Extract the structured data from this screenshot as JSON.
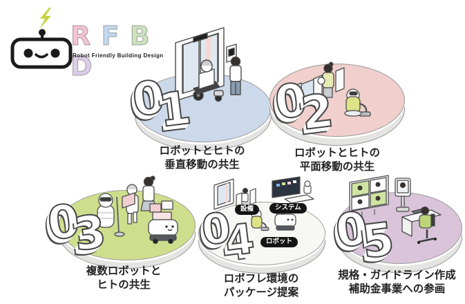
{
  "logo": {
    "brand": "RFBD",
    "letters": [
      {
        "char": "R",
        "color": "#f3c4d3"
      },
      {
        "char": "F",
        "color": "#c3d9ee"
      },
      {
        "char": "B",
        "color": "#cde2bf"
      },
      {
        "char": "D",
        "color": "#dccde9"
      }
    ],
    "subtitle": "Robot Friendly Building Design",
    "robot_head_color": "#ffffff",
    "robot_outline_color": "#1b1b1b",
    "bolt_color": "#c6d544"
  },
  "items": [
    {
      "number": "01",
      "disc_color": "#ccd9ea",
      "label": [
        "ロボットとヒトの",
        "垂直移動の共生"
      ],
      "scene": "elevator-wheelchair-robot-and-person"
    },
    {
      "number": "02",
      "disc_color": "#f0cfcc",
      "label": [
        "ロボットとヒトの",
        "平面移動の共生"
      ],
      "scene": "security-gate-person-and-cleaning-robot"
    },
    {
      "number": "03",
      "disc_color": "#cede8d",
      "label": [
        "複数ロボットと",
        "ヒトの共生"
      ],
      "scene": "multiple-robots-delivery-and-person"
    },
    {
      "number": "04",
      "disc_color": "#f7f7f4",
      "label": [
        "ロボフレ環境の",
        "パッケージ提案"
      ],
      "badges": [
        "設備",
        "システム",
        "ロボット"
      ],
      "badge_bg": "#141414",
      "scene": "facility-system-robot-package"
    },
    {
      "number": "05",
      "disc_color": "#d9c4da",
      "label": [
        "規格・ガイドライン作成",
        "補助金事業への参画"
      ],
      "scene": "video-conference-and-person-at-desk"
    }
  ]
}
